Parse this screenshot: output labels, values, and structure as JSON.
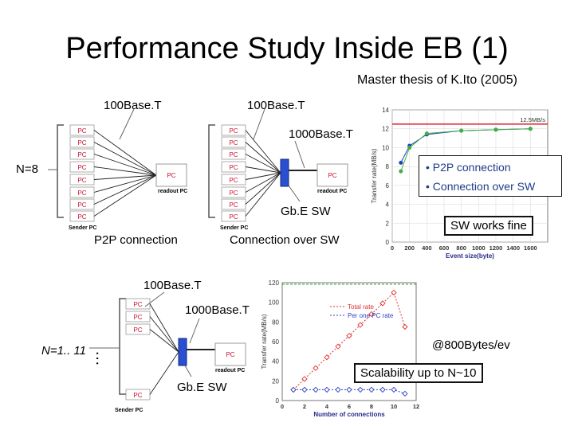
{
  "slide": {
    "title": "Performance Study Inside EB (1)",
    "subtitle": "Master thesis of K.Ito (2005)"
  },
  "top_diagrams": {
    "label_100base_left": "100Base.T",
    "label_100base_right": "100Base.T",
    "label_1000base": "1000Base.T",
    "label_n": "N=8",
    "label_gbe": "Gb.E SW",
    "caption_left": "P2P connection",
    "caption_right": "Connection over SW",
    "pc_label": "PC",
    "sender_label": "Sender PC",
    "readout_label": "readout PC"
  },
  "legend_top": {
    "item1": "• P2P connection",
    "item2": "• Connection over SW"
  },
  "note_top": "SW works fine",
  "bottom_diagram": {
    "label_100base": "100Base.T",
    "label_1000base": "1000Base.T",
    "label_n": "N=1.. 11",
    "dots": "…",
    "label_gbe": "Gb.E SW",
    "pc_label": "PC",
    "sender_label": "Sender PC",
    "readout_label": "readout PC"
  },
  "note_bytes": "@800Bytes/ev",
  "note_scal": "Scalability up to N~10",
  "colors": {
    "link_red": "#e0303a",
    "switch_blue": "#2a4fd0",
    "pc_red": "#c8102e",
    "legend_text": "#1f3c88"
  },
  "chart_data": [
    {
      "type": "line",
      "xlabel": "Event size(byte)",
      "ylabel": "Transfer rate(MB/s)",
      "xlim": [
        0,
        1800
      ],
      "ylim": [
        0,
        14
      ],
      "x_ticks": [
        0,
        200,
        400,
        600,
        800,
        1000,
        1200,
        1400,
        1600
      ],
      "y_ticks": [
        0,
        2,
        4,
        6,
        8,
        10,
        12,
        14
      ],
      "annotations": [
        "12.5MB/s"
      ],
      "reference_line": 12.5,
      "series": [
        {
          "x": [
            100,
            200,
            400,
            800,
            1200,
            1600
          ],
          "values": [
            8.4,
            10.2,
            11.4,
            11.8,
            11.9,
            12.0
          ],
          "color": "#2040c0"
        },
        {
          "x": [
            100,
            200,
            400,
            800,
            1200,
            1600
          ],
          "values": [
            7.5,
            10.0,
            11.5,
            11.8,
            11.9,
            12.0
          ],
          "color": "#40b040"
        }
      ]
    },
    {
      "type": "line",
      "xlabel": "Number of connections",
      "ylabel": "Transfer rate(MB/s)",
      "xlim": [
        0,
        12
      ],
      "ylim": [
        0,
        120
      ],
      "x_ticks": [
        0,
        2,
        4,
        6,
        8,
        10,
        12
      ],
      "y_ticks": [
        0,
        20,
        40,
        60,
        80,
        100,
        120
      ],
      "reference_line": 125,
      "series": [
        {
          "name": "Total rate",
          "x": [
            1,
            2,
            3,
            4,
            5,
            6,
            7,
            8,
            9,
            10,
            11
          ],
          "values": [
            11,
            22,
            33,
            44,
            55,
            66,
            77,
            88,
            99,
            110,
            75
          ],
          "color": "#e03030"
        },
        {
          "name": "Per one PC rate",
          "x": [
            1,
            2,
            3,
            4,
            5,
            6,
            7,
            8,
            9,
            10,
            11
          ],
          "values": [
            11,
            11,
            11,
            11,
            11,
            11,
            11,
            11,
            11,
            11,
            7
          ],
          "color": "#3040c0"
        }
      ]
    }
  ]
}
